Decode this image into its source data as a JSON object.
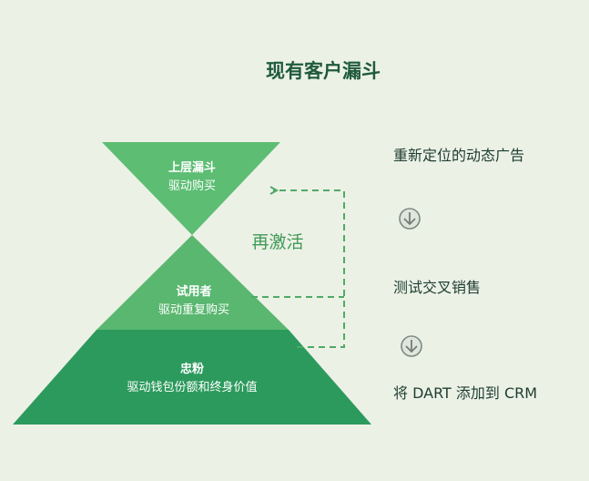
{
  "title": "现有客户漏斗",
  "funnel": {
    "top": {
      "title": "上层漏斗",
      "subtitle": "驱动购买"
    },
    "middle": {
      "title": "试用者",
      "subtitle": "驱动重复购买"
    },
    "bottom": {
      "title": "忠粉",
      "subtitle": "驱动钱包份额和终身价值"
    }
  },
  "reactivate_label": "再激活",
  "steps": [
    "重新定位的动态广告",
    "测试交叉销售",
    "将 DART 添加到 CRM"
  ],
  "icons": [
    "down-arrow-circle-icon",
    "down-arrow-circle-icon"
  ],
  "colors": {
    "background": "#ecf1e6",
    "top_triangle": "#5cbd73",
    "middle_triangle": "#5ab770",
    "bottom_trapezoid": "#2c9a5d",
    "dashed_line": "#4faa66",
    "title": "#1f5a3c"
  }
}
